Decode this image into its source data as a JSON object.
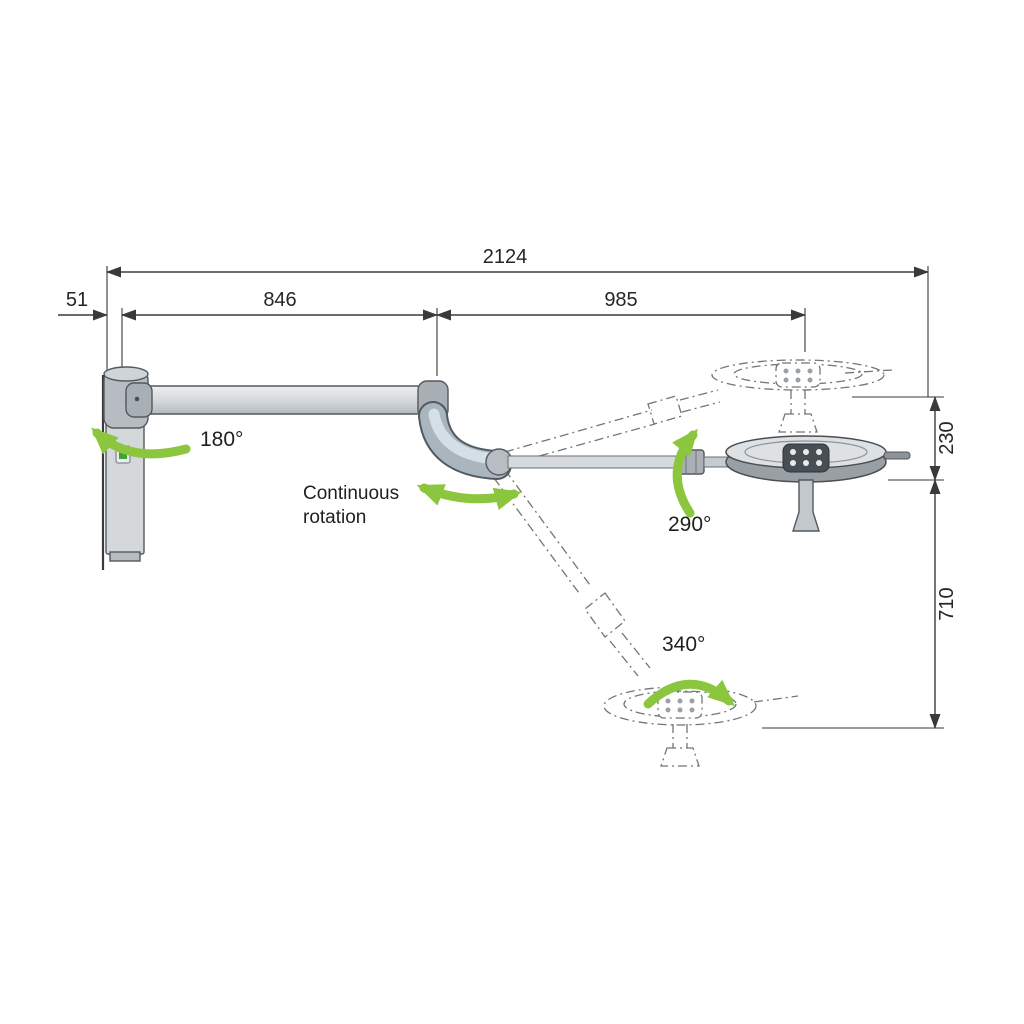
{
  "dimensions": {
    "total_width": "2124",
    "wall_offset": "51",
    "first_arm": "846",
    "second_arm": "985",
    "head_drop": "230",
    "vertical_range": "710"
  },
  "rotations": {
    "wall_mount": "180°",
    "elbow_word1": "Continuous",
    "elbow_word2": "rotation",
    "lamp_head": "290°",
    "lower_arm": "340°"
  },
  "colors": {
    "rotation_arrow_green": "#8cc63f",
    "drawing_line": "#3a3a3a"
  }
}
